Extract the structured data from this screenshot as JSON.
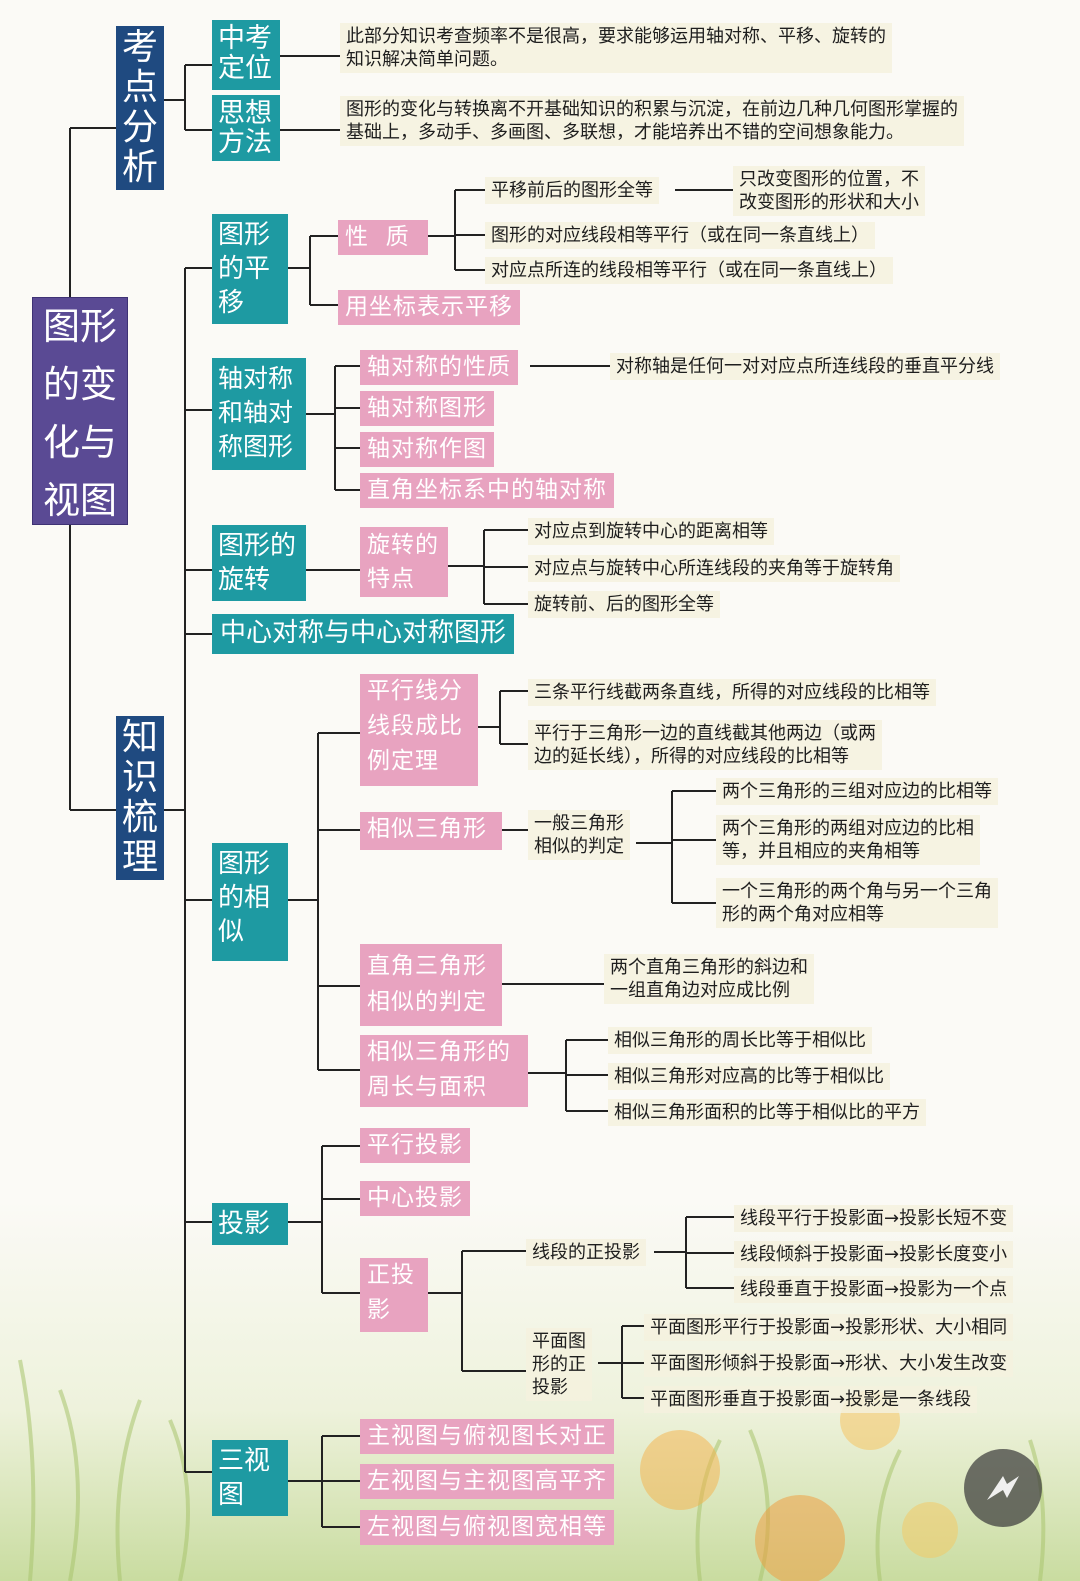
{
  "root": "图形\n的变\n化与\n视图",
  "analysis": {
    "title": "考\n点\n分\n析",
    "positioning_label": "中考\n定位",
    "positioning_text": "此部分知识考查频率不是很高，要求能够运用轴对称、平移、旋转的\n知识解决简单问题。",
    "method_label": "思想\n方法",
    "method_text": "图形的变化与转换离不开基础知识的积累与沉淀，在前边几种几何图形掌握的\n基础上，多动手、多画图、多联想，才能培养出不错的空间想象能力。"
  },
  "knowledge": {
    "title": "知\n识\n梳\n理",
    "translation": {
      "label": "图形\n的平\n移",
      "property_label": "性  质",
      "property_items": [
        "平移前后的图形全等",
        "图形的对应线段相等平行（或在同一条直线上）",
        "对应点所连的线段相等平行（或在同一条直线上）"
      ],
      "property_note": "只改变图形的位置，不\n改变图形的形状和大小",
      "coordinate_label": "用坐标表示平移"
    },
    "axial": {
      "label": "轴对称\n和轴对\n称图形",
      "property_label": "轴对称的性质",
      "property_text": "对称轴是任何一对对应点所连线段的垂直平分线",
      "figure_label": "轴对称图形",
      "drawing_label": "轴对称作图",
      "coordinate_label": "直角坐标系中的轴对称"
    },
    "rotation": {
      "label": "图形的\n旋转",
      "feature_label": "旋转的\n特点",
      "items": [
        "对应点到旋转中心的距离相等",
        "对应点与旋转中心所连线段的夹角等于旋转角",
        "旋转前、后的图形全等"
      ]
    },
    "central_symmetry_label": "中心对称与中心对称图形",
    "similarity": {
      "label": "图形\n的相\n似",
      "parallel_label": "平行线分\n线段成比\n例定理",
      "parallel_items": [
        "三条平行线截两条直线，所得的对应线段的比相等",
        "平行于三角形一边的直线截其他两边（或两\n边的延长线），所得的对应线段的比相等"
      ],
      "similar_label": "相似三角形",
      "general_label": "一般三角形\n相似的判定",
      "general_items": [
        "两个三角形的三组对应边的比相等",
        "两个三角形的两组对应边的比相\n等，并且相应的夹角相等",
        "一个三角形的两个角与另一个三角\n形的两个角对应相等"
      ],
      "right_label": "直角三角形\n相似的判定",
      "right_text": "两个直角三角形的斜边和\n一组直角边对应成比例",
      "perimeter_label": "相似三角形的\n周长与面积",
      "perimeter_items": [
        "相似三角形的周长比等于相似比",
        "相似三角形对应高的比等于相似比",
        "相似三角形面积的比等于相似比的平方"
      ]
    },
    "projection": {
      "label": "投影",
      "parallel_label": "平行投影",
      "central_label": "中心投影",
      "ortho_label": "正投\n影",
      "segment_label": "线段的正投影",
      "segment_items": [
        "线段平行于投影面→投影长短不变",
        "线段倾斜于投影面→投影长度变小",
        "线段垂直于投影面→投影为一个点"
      ],
      "plane_label": "平面图\n形的正\n投影",
      "plane_items": [
        "平面图形平行于投影面→投影形状、大小相同",
        "平面图形倾斜于投影面→形状、大小发生改变",
        "平面图形垂直于投影面→投影是一条线段"
      ]
    },
    "three_views": {
      "label": "三视\n图",
      "items": [
        "主视图与俯视图长对正",
        "左视图与主视图高平齐",
        "左视图与俯视图宽相等"
      ]
    }
  },
  "colors": {
    "root": "#5a4a94",
    "level1": "#1f4a80",
    "level2": "#1e9aa2",
    "level3": "#e8a3c0"
  },
  "share_icon": "share-icon"
}
